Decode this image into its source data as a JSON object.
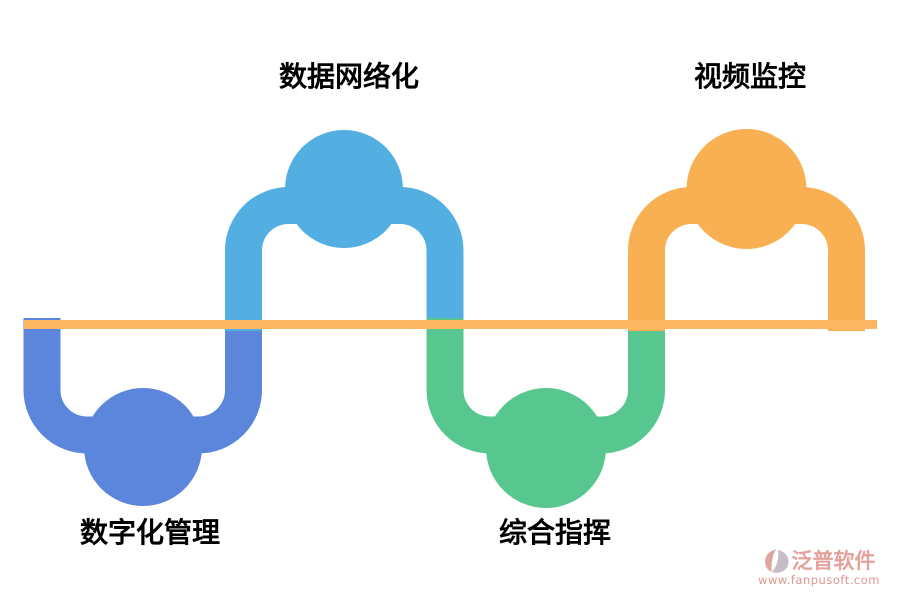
{
  "canvas": {
    "background": "#ffffff"
  },
  "diagram": {
    "type": "snake-wave-timeline",
    "baseline_color": "#FBB761",
    "nodes": [
      {
        "id": "digital-management",
        "label": "数字化管理",
        "color": "#5C86DB",
        "position": "bottom"
      },
      {
        "id": "data-networking",
        "label": "数据网络化",
        "color": "#53AEE1",
        "position": "top"
      },
      {
        "id": "integrated-command",
        "label": "综合指挥",
        "color": "#57C78F",
        "position": "bottom"
      },
      {
        "id": "video-surveillance",
        "label": "视频监控",
        "color": "#F8B053",
        "position": "top"
      }
    ]
  },
  "watermark": {
    "brand": "泛普软件",
    "url": "www.fanpusoft.com",
    "brand_color": "#E2A29B",
    "url_color": "#DC968D",
    "logo_primary": "#C7BDC9",
    "logo_accent": "#DCA79F"
  }
}
